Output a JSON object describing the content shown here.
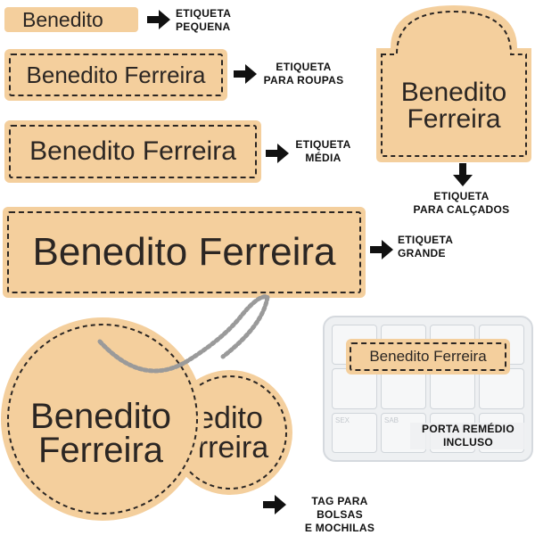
{
  "name_short": "Benedito",
  "name_full": "Benedito Ferreira",
  "name_first": "Benedito",
  "name_last": "Ferreira",
  "tag_partial_top": "edito",
  "tag_partial_bottom": "erreira",
  "captions": {
    "small": [
      "ETIQUETA",
      "PEQUENA"
    ],
    "clothes": [
      "ETIQUETA",
      "PARA ROUPAS"
    ],
    "medium": [
      "ETIQUETA",
      "MÉDIA"
    ],
    "shoes": [
      "ETIQUETA",
      "PARA CALÇADOS"
    ],
    "large": [
      "ETIQUETA",
      "GRANDE"
    ],
    "pillbox": [
      "PORTA REMÉDIO",
      "INCLUSO"
    ],
    "bag_tag": [
      "TAG PARA BOLSAS",
      "E MOCHILAS"
    ]
  },
  "pillbox_days": [
    "SEX",
    "SAB"
  ],
  "colors": {
    "label_bg": "#f4cf9d",
    "ink": "#2b2623",
    "arrow": "#111111"
  }
}
